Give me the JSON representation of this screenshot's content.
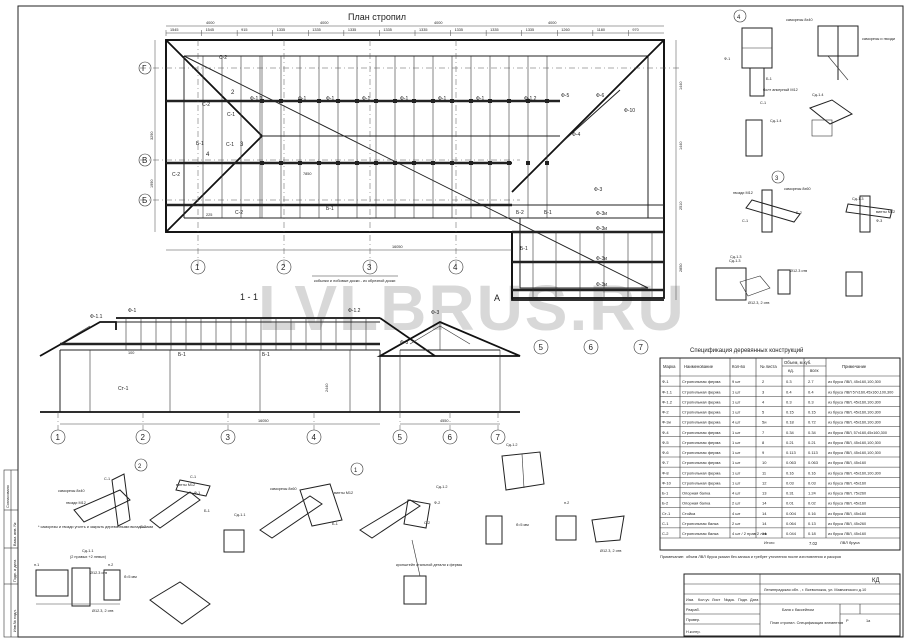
{
  "watermark": "LVLBRUS.RU",
  "plan": {
    "title": "План стропил",
    "dims_top_total": [
      "4000",
      "4000",
      "4000",
      "4000"
    ],
    "dims_top": [
      "1545",
      "1545",
      "915",
      "1335",
      "1335",
      "1335",
      "1335",
      "1335",
      "1335",
      "1335",
      "1335",
      "1260",
      "1180",
      "970"
    ],
    "rows_left": [
      "Г",
      "В",
      "Б"
    ],
    "dims_left": [
      "3290",
      "1990",
      "225"
    ],
    "dims_right": [
      "1440",
      "1440",
      "2510",
      "2850"
    ],
    "axes_bottom": [
      "1",
      "2",
      "3",
      "4"
    ],
    "axes_right": [
      "5",
      "6",
      "7"
    ],
    "dim_total": "16050",
    "dim_mid": "7850",
    "marks": [
      "С-2",
      "С-2",
      "С-1",
      "С-1",
      "С-2",
      "С-2",
      "Ф-1.1",
      "Ф-1",
      "Ф-1",
      "Ф-1",
      "Ф-1",
      "Ф-1",
      "Ф-1",
      "Ф-1.2",
      "Ф-5",
      "Ф-6",
      "Ф-10",
      "Ф-4",
      "Ф-3",
      "Ф-3и",
      "Ф-3и",
      "Ф-3и",
      "Ф-3и",
      "Б-1",
      "Б-1",
      "Б-1",
      "Б-1",
      "Б-2",
      "2",
      "3",
      "4"
    ],
    "note": "кобылки и лобовые доски - из обрезной доски"
  },
  "section11": {
    "title": "1 - 1",
    "marks": [
      "Ф-1",
      "Ф-1.2",
      "Ф-1.1",
      "Б-1",
      "Б-1",
      "Ст-1",
      "Ф-3",
      "Ф-3"
    ],
    "dims": [
      "100",
      "2440",
      "16050",
      "4550"
    ],
    "axes": [
      "1",
      "2",
      "3",
      "4",
      "5",
      "6",
      "7"
    ]
  },
  "sectionA": {
    "title": "А",
    "axes": [
      "5",
      "6",
      "7"
    ]
  },
  "details": {
    "d4": {
      "num": "4",
      "labels": [
        "Ф-1",
        "Б-1",
        "С-1",
        "Сд-1.4",
        "саморезы 8х40",
        "саморезы и гвозди",
        "болт анкерный М12",
        "Сд-1.4"
      ]
    },
    "d3": {
      "num": "3",
      "labels": [
        "Б-2",
        "С-1",
        "гвозди М12",
        "саморезы 8х60",
        "Ф-3",
        "винты М12",
        "Сд-1.3",
        "Сд-1.3"
      ]
    },
    "d2": {
      "num": "2",
      "labels": [
        "С-1",
        "С-2",
        "С-1",
        "Б-1",
        "саморезы 8х40",
        "гвозди М12",
        "винты М12",
        "* саморезы и гвозди уголть и закрыть деревянными вкладышами"
      ]
    },
    "d1": {
      "num": "1",
      "labels": [
        "Ф-1",
        "Б-1",
        "Ф-2",
        "С-2",
        "саморезы 8х60",
        "винты М12",
        "Сд-1.1",
        "Сд-1.2",
        "кронштейн стальной детали к фермы"
      ]
    },
    "sd11": {
      "title": "Сд-1.1",
      "sub": "(2 правых +2 левых)",
      "labels": [
        "Ø12.3 отв",
        "Ø12.3, 2 отв",
        "п.1",
        "б=5 мм",
        "п.2"
      ]
    },
    "sd12": {
      "title": "Сд-1.2",
      "labels": [
        "п.2",
        "б=5 мм",
        "Ø12.3, 2 отв"
      ]
    },
    "sd13": {
      "title": "Сд-1.3",
      "labels": [
        "Ø12.3 отв",
        "Ø12.3, 2 отв"
      ]
    }
  },
  "spec": {
    "title": "Спецификация деревянных конструкций",
    "headers": [
      "Марка",
      "Наименование",
      "Кол-во",
      "№ листа",
      "Объем, м.куб.",
      "ед.",
      "всех",
      "Примечание"
    ],
    "rows": [
      [
        "Ф-1",
        "Стропильная ферма",
        "9 шт",
        "2",
        "0.3",
        "2.7",
        "из бруса ЛВЛ, 45х160,100,300"
      ],
      [
        "Ф-1.1",
        "Стропильная ферма",
        "1 шт",
        "3",
        "0.4",
        "0.4",
        "из бруса ЛВЛ 57х160,45х160,100,300"
      ],
      [
        "Ф-1.2",
        "Стропильная ферма",
        "1 шт",
        "4",
        "0.3",
        "0.3",
        "из бруса ЛВЛ, 45х160,100,300"
      ],
      [
        "Ф-2",
        "Стропильная ферма",
        "1 шт",
        "5",
        "0.15",
        "0.15",
        "из бруса ЛВЛ, 45х160,100,300"
      ],
      [
        "Ф-3и",
        "Стропильная ферма",
        "4 шт",
        "5и",
        "0.18",
        "0.72",
        "из бруса ЛВЛ, 45х160,100,300"
      ],
      [
        "Ф-4",
        "Стропильная ферма",
        "1 шт",
        "7",
        "0.34",
        "0.34",
        "из бруса ЛВЛ, 57х160,45х160,300"
      ],
      [
        "Ф-5",
        "Стропильная ферма",
        "1 шт",
        "8",
        "0.21",
        "0.21",
        "из бруса ЛВЛ, 45х160,100,300"
      ],
      [
        "Ф-6",
        "Стропильная ферма",
        "1 шт",
        "9",
        "0.113",
        "0.113",
        "из бруса ЛВЛ, 45х160,100,300"
      ],
      [
        "Ф-7",
        "Стропильная ферма",
        "1 шт",
        "10",
        "0.063",
        "0.063",
        "из бруса ЛВЛ, 45х160"
      ],
      [
        "Ф-8",
        "Стропильная ферма",
        "1 шт",
        "11",
        "0.16",
        "0.16",
        "из бруса ЛВЛ, 45х160,100,300"
      ],
      [
        "Ф-10",
        "Стропильная ферма",
        "1 шт",
        "12",
        "0.03",
        "0.03",
        "из бруса ЛВЛ, 45х160"
      ],
      [
        "Б-1",
        "Опорная балка",
        "4 шт",
        "13",
        "0.31",
        "1.24",
        "из бруса ЛВЛ, 75х260"
      ],
      [
        "Б-2",
        "Опорная балка",
        "2 шт",
        "14",
        "0.01",
        "0.02",
        "из бруса ЛВЛ, 45х160"
      ],
      [
        "Ст-1",
        "Стойка",
        "4 шт",
        "14",
        "0.004",
        "0.16",
        "из бруса ЛВЛ, 45х160"
      ],
      [
        "С-1",
        "Стропильная балка",
        "2 шт",
        "14",
        "0.064",
        "0.13",
        "из бруса ЛВЛ, 45х260"
      ],
      [
        "С-2",
        "Стропильная балка",
        "4 шт / 2 прав 2 лев",
        "14",
        "0.044",
        "0.18",
        "из бруса ЛВЛ, 45х160"
      ]
    ],
    "total_label": "Итого",
    "total_value": "7.02",
    "total_note": "ЛВЛ бруса",
    "note_label": "Примечание:",
    "note": "объем ЛВЛ бруса указан без запаса и требует уточнения после изготовления и раскроя"
  },
  "titleblock": {
    "code": "КД",
    "address": "Ленинградская обл. , г. Всеволожск, ул. Мамчинского д.10",
    "object": "Баня с бассейном",
    "sheet_name": "План стропил. Спецификация элементов",
    "stage_label": "Р",
    "sheet_label": "1а",
    "roles": [
      "Разраб.",
      "Провер.",
      "Н.контр."
    ],
    "col_heads": [
      "Изм.",
      "Кол.уч",
      "Лист",
      "№док.",
      "Подп.",
      "Дата"
    ],
    "side_labels": [
      "Согласовано",
      "Взам. инв. №",
      "Подп. и дата",
      "Инв.№ подл."
    ]
  }
}
